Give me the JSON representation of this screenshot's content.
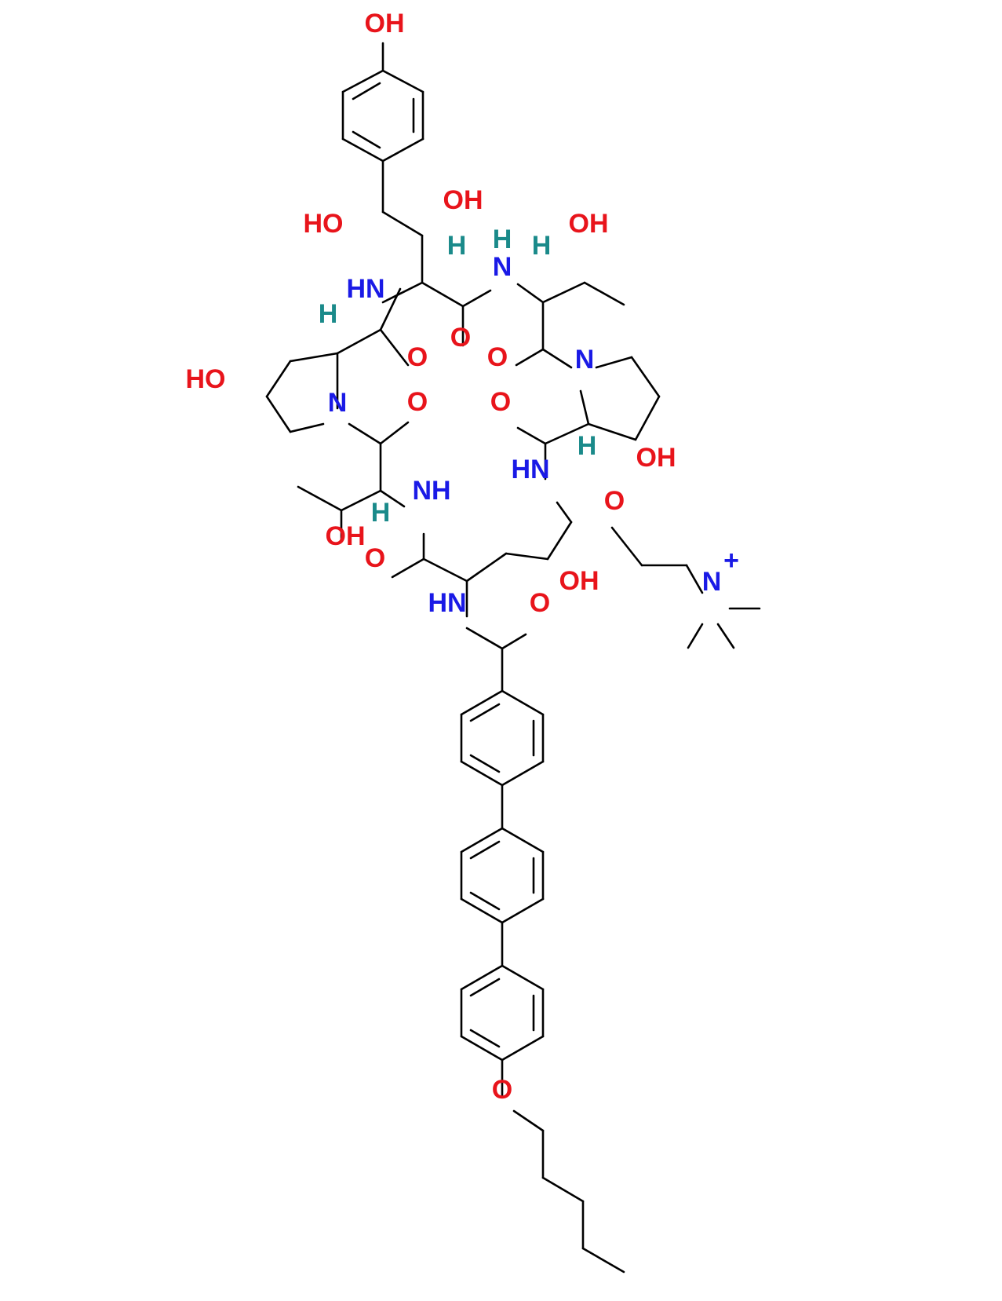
{
  "colors": {
    "bond": "#000000",
    "oxygen": "#e8141b",
    "nitrogen": "#1a1ae6",
    "hydrogen": "#1a8a8a"
  },
  "labels": [
    {
      "id": "oh_phenol",
      "text": "OH",
      "el": "O"
    },
    {
      "id": "ho_benzylic",
      "text": "HO",
      "el": "O"
    },
    {
      "id": "oh_beta",
      "text": "OH",
      "el": "O"
    },
    {
      "id": "h_alpha1",
      "text": "H",
      "el": "H"
    },
    {
      "id": "h_amide_top",
      "text": "H",
      "el": "H"
    },
    {
      "id": "n_amide_top",
      "text": "N",
      "el": "N"
    },
    {
      "id": "h_alpha2",
      "text": "H",
      "el": "H"
    },
    {
      "id": "oh_thr_top",
      "text": "OH",
      "el": "O"
    },
    {
      "id": "hn_left_top",
      "text": "HN",
      "el": "N"
    },
    {
      "id": "h_pro1",
      "text": "H",
      "el": "H"
    },
    {
      "id": "o_c1",
      "text": "O",
      "el": "O"
    },
    {
      "id": "o_c2",
      "text": "O",
      "el": "O"
    },
    {
      "id": "o_c3",
      "text": "O",
      "el": "O"
    },
    {
      "id": "n_pro2",
      "text": "N",
      "el": "N"
    },
    {
      "id": "ho_hyp",
      "text": "HO",
      "el": "O"
    },
    {
      "id": "n_pro1",
      "text": "N",
      "el": "N"
    },
    {
      "id": "o_c4",
      "text": "O",
      "el": "O"
    },
    {
      "id": "o_c5",
      "text": "O",
      "el": "O"
    },
    {
      "id": "h_pro2",
      "text": "H",
      "el": "H"
    },
    {
      "id": "oh_pro2",
      "text": "OH",
      "el": "O"
    },
    {
      "id": "hn_right",
      "text": "HN",
      "el": "N"
    },
    {
      "id": "nh_left",
      "text": "NH",
      "el": "N"
    },
    {
      "id": "h_thr2",
      "text": "H",
      "el": "H"
    },
    {
      "id": "oh_thr2",
      "text": "OH",
      "el": "O"
    },
    {
      "id": "o_ether",
      "text": "O",
      "el": "O"
    },
    {
      "id": "o_c6",
      "text": "O",
      "el": "O"
    },
    {
      "id": "oh_orn",
      "text": "OH",
      "el": "O"
    },
    {
      "id": "n_plus",
      "text": "N",
      "el": "N"
    },
    {
      "id": "plus_sign",
      "text": "+",
      "el": "N"
    },
    {
      "id": "hn_bottom",
      "text": "HN",
      "el": "N"
    },
    {
      "id": "o_c7",
      "text": "O",
      "el": "O"
    },
    {
      "id": "o_pentyl",
      "text": "O",
      "el": "O"
    }
  ]
}
